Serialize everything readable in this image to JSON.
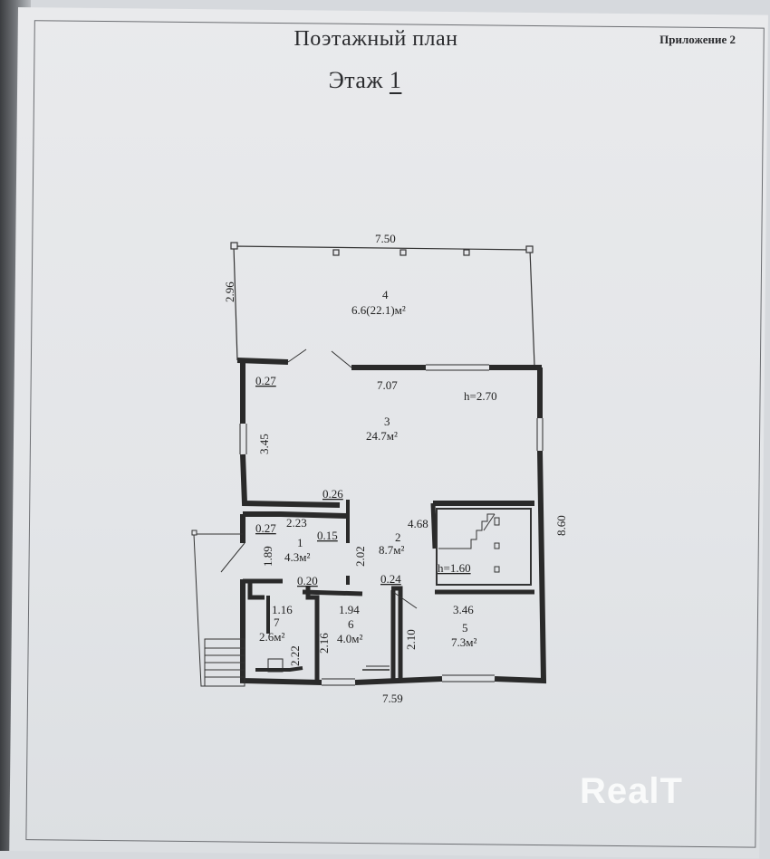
{
  "header": {
    "title": "Поэтажный план",
    "floor_label": "Этаж",
    "floor_number": "1",
    "annex": "Приложение 2"
  },
  "rooms": [
    {
      "id": "4",
      "area": "6.6(22.1)м²"
    },
    {
      "id": "3",
      "area": "24.7м²"
    },
    {
      "id": "2",
      "area": "8.7м²"
    },
    {
      "id": "1",
      "area": "4.3м²"
    },
    {
      "id": "7",
      "area": "2.6м²"
    },
    {
      "id": "6",
      "area": "4.0м²"
    },
    {
      "id": "5",
      "area": "7.3м²"
    }
  ],
  "dimensions": {
    "top_width": "7.50",
    "terrace_depth": "2.96",
    "wall_027_top": "0.27",
    "hall_width": "7.07",
    "ceiling_height": "h=2.70",
    "hall_depth": "3.45",
    "wall_026": "0.26",
    "wall_027_left": "0.27",
    "room1_width": "2.23",
    "wall_015": "0.15",
    "room1_depth": "1.89",
    "room2_depth": "2.02",
    "room2_width": "4.68",
    "stair_height": "h=1.60",
    "wall_020": "0.20",
    "wall_024": "0.24",
    "room7_width": "1.16",
    "room6_width": "1.94",
    "room5_width": "3.46",
    "room7_depth": "2.22",
    "room6_depth": "2.16",
    "room5_depth": "2.10",
    "bottom_width": "7.59",
    "right_depth": "8.60"
  },
  "watermark": "RealT"
}
